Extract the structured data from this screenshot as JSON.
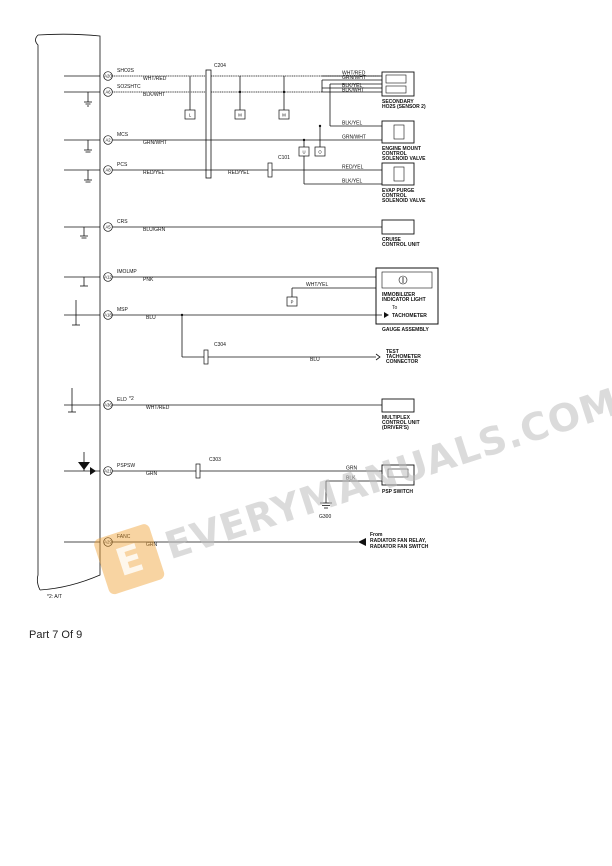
{
  "ecm": {
    "pins": [
      {
        "id": "A20",
        "signal": "SHO2S"
      },
      {
        "id": "A6",
        "signal": "SO2SHTC"
      },
      {
        "id": "A2",
        "signal": "MCS"
      },
      {
        "id": "A8",
        "signal": "PCS"
      },
      {
        "id": "A5",
        "signal": "CRS"
      },
      {
        "id": "A12",
        "signal": "IMOLMP"
      },
      {
        "id": "A18",
        "signal": "MSP"
      },
      {
        "id": "A36",
        "signal": "ELD"
      },
      {
        "id": "A21",
        "signal": "PSPSW"
      },
      {
        "id": "A29",
        "signal": "FANC"
      }
    ],
    "eld_note": "*2"
  },
  "connectors": {
    "c204": "C204",
    "c101": "C101",
    "c304": "C304",
    "c303": "C303"
  },
  "splices": [
    "L",
    "M",
    "M",
    "U",
    "O",
    "P"
  ],
  "wires": {
    "sho2s": "WHT/RED",
    "so2shtc": "BLK/WHT",
    "mcs": "GRN/WHT",
    "pcs": "RED/YEL",
    "pcs_after": "RED/YEL",
    "crs": "BLU/GRN",
    "imolmp": "PNK",
    "imo_wht": "WHT/YEL",
    "msp": "BLU",
    "msp_test": "BLU",
    "eld": "WHT/RED",
    "pspsw": "GRN",
    "fanc": "GRN",
    "sensor_labels": [
      "WHT/RED",
      "GRN/WHT",
      "BLK/YEL",
      "BLK/WHT"
    ],
    "mount_labels": [
      "BLK/YEL",
      "GRN/WHT"
    ],
    "evap_labels": [
      "RED/YEL",
      "BLK/YEL"
    ],
    "psp_labels": [
      "GRN",
      "BLK"
    ]
  },
  "components": {
    "sensor2": [
      "SECONDARY",
      "HO2S (SENSOR 2)"
    ],
    "engine_mount": [
      "ENGINE MOUNT",
      "CONTROL",
      "SOLENOID VALVE"
    ],
    "evap": [
      "EVAP PURGE",
      "CONTROL",
      "SOLENOID VALVE"
    ],
    "cruise": [
      "CRUISE",
      "CONTROL UNIT"
    ],
    "immobilizer": [
      "IMMOBILIZER",
      "INDICATOR LIGHT"
    ],
    "to_tach": "To",
    "tach": "TACHOMETER",
    "gauge": "GAUGE ASSEMBLY",
    "test_tach": [
      "TEST",
      "TACHOMETER",
      "CONNECTOR"
    ],
    "multiplex": [
      "MULTIPLEX",
      "CONTROL UNIT",
      "(DRIVER'S)"
    ],
    "psp_switch": "PSP SWITCH",
    "ground": "G300",
    "fan_from": [
      "From",
      "RADIATOR FAN RELAY,",
      "RADIATOR FAN SWITCH"
    ]
  },
  "footnote": "*2: A/T",
  "watermark": "EVERYMANUALS.COM",
  "watermark_logo": "E",
  "caption": "Part 7 Of 9"
}
